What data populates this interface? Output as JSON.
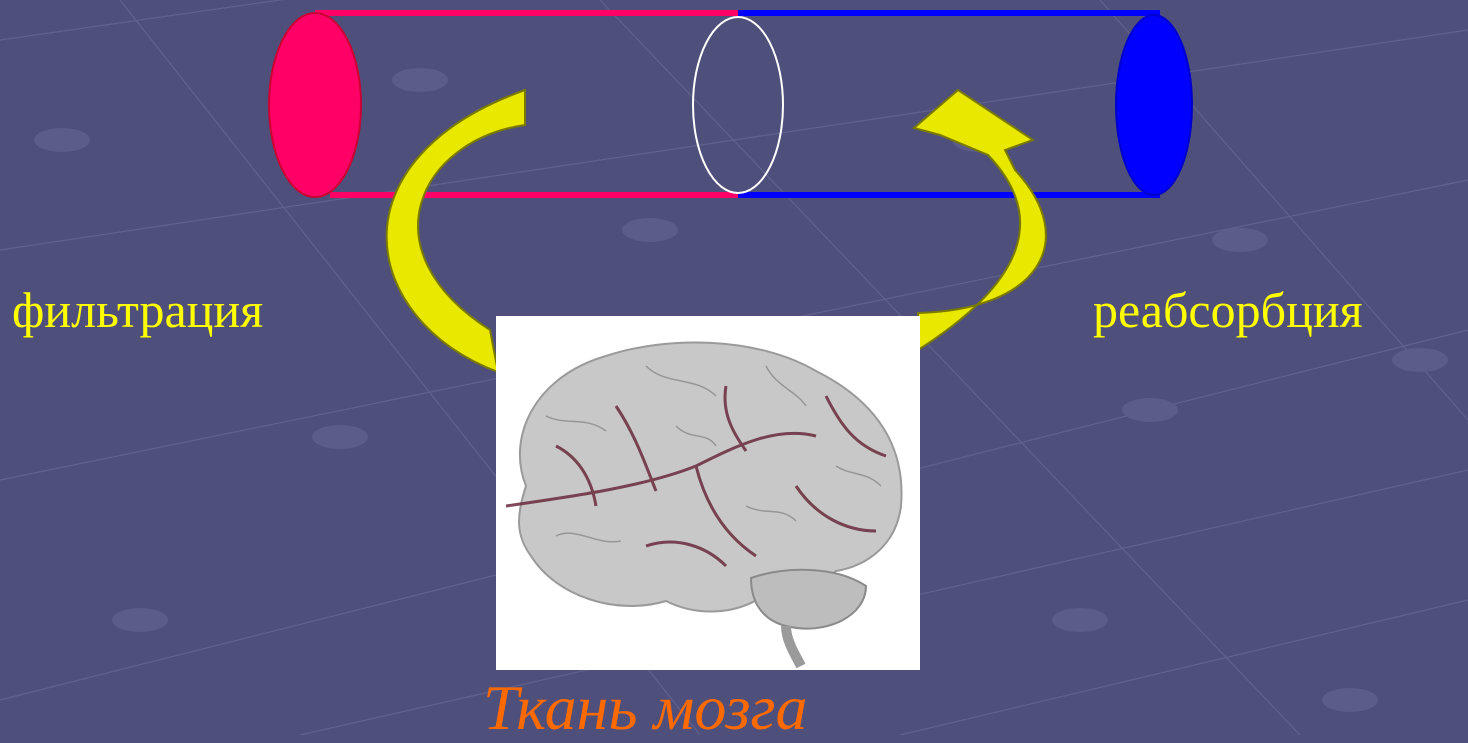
{
  "labels": {
    "filtration": "фильтрация",
    "reabsorption": "реабсорбция",
    "caption": "Ткань мозга"
  },
  "colors": {
    "background": "#4f4f7c",
    "arterial": "#ff0066",
    "venous": "#0000ff",
    "arrow_fill": "#e8e800",
    "arrow_stroke": "#7a7a00",
    "label_text": "#ffff00",
    "caption_text": "#ff6a00",
    "brain": "#c8c8c8",
    "brain_vessel": "#6a2a3a"
  },
  "icons": {
    "brain": "brain-illustration",
    "left_arrow": "curved-arrow-down",
    "right_arrow": "curved-arrow-up"
  }
}
